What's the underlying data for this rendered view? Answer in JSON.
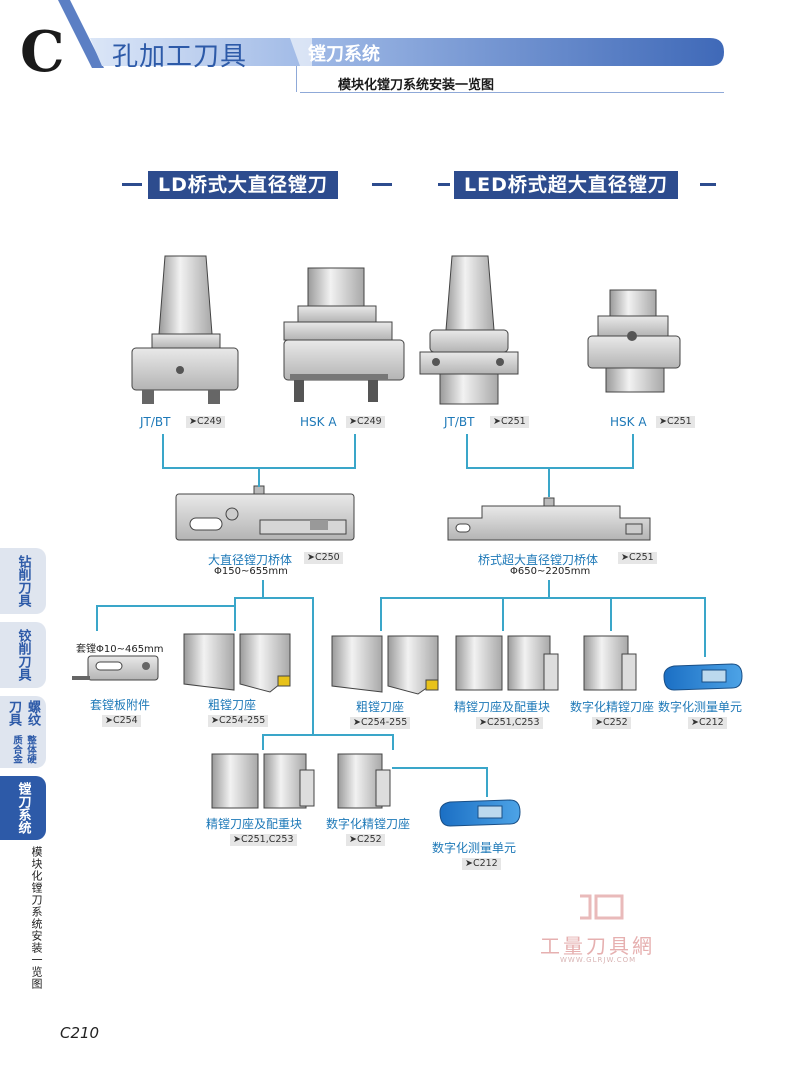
{
  "header": {
    "letter": "C",
    "title": "孔加工刀具",
    "subtitle": "镗刀系统",
    "subtitle2": "模块化镗刀系统安装一览图"
  },
  "sections": {
    "left_title": "LD桥式大直径镗刀",
    "right_title": "LED桥式超大直径镗刀"
  },
  "left": {
    "jtbt": {
      "label": "JT/BT",
      "ref": "➤C249"
    },
    "hska": {
      "label": "HSK A",
      "ref": "➤C249"
    },
    "bridge": {
      "label": "大直径镗刀桥体",
      "ref": "➤C250",
      "dim": "Φ150~655mm"
    },
    "sleeve": {
      "dim": "套镗Φ10~465mm",
      "label": "套镗板附件",
      "ref": "➤C254"
    },
    "rough": {
      "label": "粗镗刀座",
      "ref": "➤C254-255"
    },
    "finish": {
      "label": "精镗刀座及配重块",
      "ref": "➤C251,C253"
    },
    "digital": {
      "label": "数字化精镗刀座",
      "ref": "➤C252"
    },
    "measure": {
      "label": "数字化测量单元",
      "ref": "➤C212"
    }
  },
  "right": {
    "jtbt": {
      "label": "JT/BT",
      "ref": "➤C251"
    },
    "hska": {
      "label": "HSK A",
      "ref": "➤C251"
    },
    "bridge": {
      "label": "桥式超大直径镗刀桥体",
      "ref": "➤C251",
      "dim": "Φ650~2205mm"
    },
    "rough": {
      "label": "粗镗刀座",
      "ref": "➤C254-255"
    },
    "finish": {
      "label": "精镗刀座及配重块",
      "ref": "➤C251,C253"
    },
    "digital": {
      "label": "数字化精镗刀座",
      "ref": "➤C252"
    },
    "measure": {
      "label": "数字化测量单元",
      "ref": "➤C212"
    }
  },
  "side_tabs": [
    {
      "label": "钻削刀具"
    },
    {
      "label": "铰削刀具"
    },
    {
      "label": "螺纹刀具",
      "small": "整体硬质合金"
    },
    {
      "label": "镗刀系统"
    }
  ],
  "side_text": "模块化镗刀系统安装一览图",
  "page_number": "C210",
  "watermark": {
    "main": "工量刀具網",
    "sub": "WWW.GLRJW.COM"
  },
  "colors": {
    "brand_blue": "#2d5aa8",
    "connector": "#3aa6c9",
    "label_blue": "#1e79b8",
    "section_navy": "#2d4c8e"
  }
}
